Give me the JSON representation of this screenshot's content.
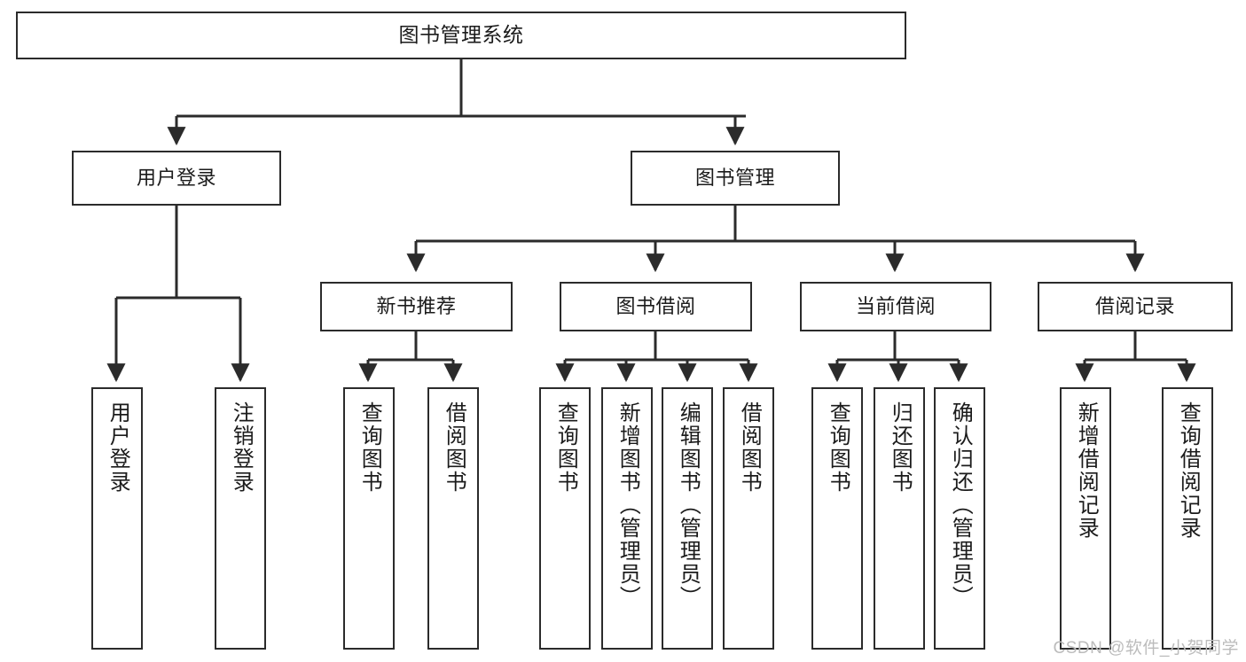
{
  "diagram": {
    "title": "图书管理系统",
    "watermark": "CSDN @软件_小贺同学",
    "colors": {
      "box_border": "#2b2b2b",
      "box_fill": "#ffffff",
      "connector": "#2b2b2b",
      "background": "#ffffff",
      "watermark": "#bcbcbc"
    },
    "levels": {
      "root": [
        "图书管理系统"
      ],
      "level2": [
        "用户登录",
        "图书管理"
      ],
      "level3": [
        "新书推荐",
        "图书借阅",
        "当前借阅",
        "借阅记录"
      ],
      "leaves": [
        "用户登录",
        "注销登录",
        "查询图书",
        "借阅图书",
        "查询图书",
        "新增图书（管理员）",
        "编辑图书（管理员）",
        "借阅图书",
        "查询图书",
        "归还图书",
        "确认归还（管理员）",
        "新增借阅记录",
        "查询借阅记录"
      ]
    },
    "nodes": {
      "root": {
        "text": "图书管理系统"
      },
      "user_login": {
        "text": "用户登录"
      },
      "book_manage": {
        "text": "图书管理"
      },
      "new_book_rec": {
        "text": "新书推荐"
      },
      "book_borrow": {
        "text": "图书借阅"
      },
      "current_borrow": {
        "text": "当前借阅"
      },
      "borrow_record": {
        "text": "借阅记录"
      },
      "leaf_user_login": {
        "text": "用户登录"
      },
      "leaf_logout": {
        "text": "注销登录"
      },
      "leaf_query_book_1": {
        "text": "查询图书"
      },
      "leaf_borrow_book_1": {
        "text": "借阅图书"
      },
      "leaf_query_book_2": {
        "text": "查询图书"
      },
      "leaf_add_book": {
        "text": "新增图书（管理员）"
      },
      "leaf_edit_book": {
        "text": "编辑图书（管理员）"
      },
      "leaf_borrow_book_2": {
        "text": "借阅图书"
      },
      "leaf_query_book_3": {
        "text": "查询图书"
      },
      "leaf_return_book": {
        "text": "归还图书"
      },
      "leaf_confirm_return": {
        "text": "确认归还（管理员）"
      },
      "leaf_add_record": {
        "text": "新增借阅记录"
      },
      "leaf_query_record": {
        "text": "查询借阅记录"
      }
    }
  }
}
